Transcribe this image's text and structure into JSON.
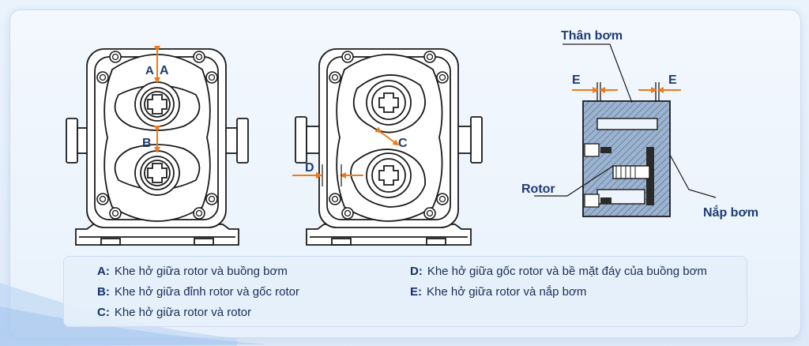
{
  "labels": {
    "clearance_a": "A",
    "clearance_a_ghost": "A",
    "clearance_b": "B",
    "clearance_c": "C",
    "clearance_d": "D",
    "clearance_e_left": "E",
    "clearance_e_right": "E",
    "pump_body": "Thân bơm",
    "rotor": "Rotor",
    "pump_cover": "Nắp bơm"
  },
  "legend": [
    {
      "key": "A:",
      "text": "Khe hở giữa rotor và buồng bơm"
    },
    {
      "key": "B:",
      "text": "Khe hở giữa đỉnh rotor và gốc rotor"
    },
    {
      "key": "C:",
      "text": "Khe hở giữa rotor và rotor"
    },
    {
      "key": "D:",
      "text": "Khe hở giữa gốc rotor và bề mặt đáy của buồng bơm"
    },
    {
      "key": "E:",
      "text": "Khe hở giữa rotor và nắp bơm"
    }
  ],
  "colors": {
    "outline": "#1b1b1b",
    "accent_arrow": "#f07a1a",
    "label_text": "#1f3b73",
    "section_fill": "#8fa9c8"
  }
}
